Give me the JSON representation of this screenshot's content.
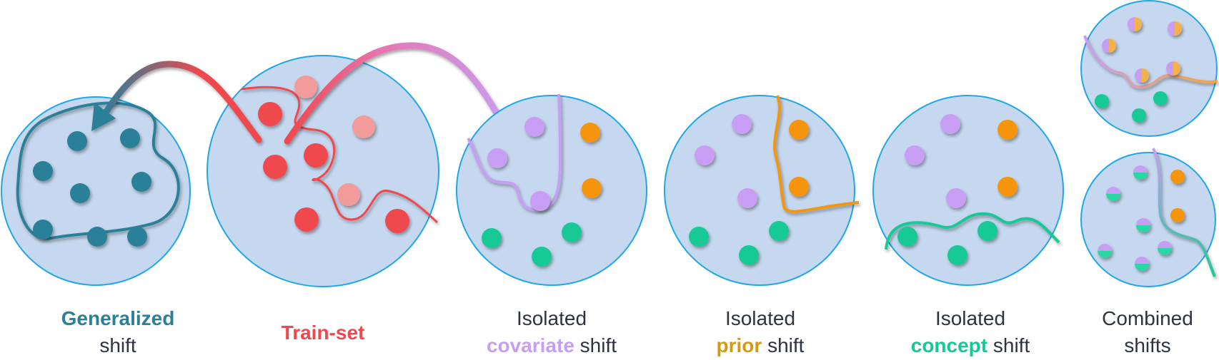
{
  "colors": {
    "circle_fill": "#c6d8ef",
    "circle_stroke": "#1ea7e6",
    "teal": "#2c7f99",
    "red": "#f0484d",
    "light_red": "#f39a9a",
    "purple": "#c89ef4",
    "orange": "#f4950f",
    "green": "#13c995",
    "text": "#2c3440",
    "gold_text": "#d69a12"
  },
  "captions": {
    "generalized": {
      "line1": "Generalized",
      "line2": "shift"
    },
    "train": {
      "line1": "Train-set"
    },
    "covariate": {
      "line1": "Isolated",
      "keyword": "covariate",
      "suffix": " shift"
    },
    "prior": {
      "line1": "Isolated",
      "keyword": "prior",
      "suffix": " shift"
    },
    "concept": {
      "line1": "Isolated",
      "keyword": "concept",
      "suffix": " shift"
    },
    "combined": {
      "line1": "Combined",
      "line2": "shifts"
    }
  }
}
